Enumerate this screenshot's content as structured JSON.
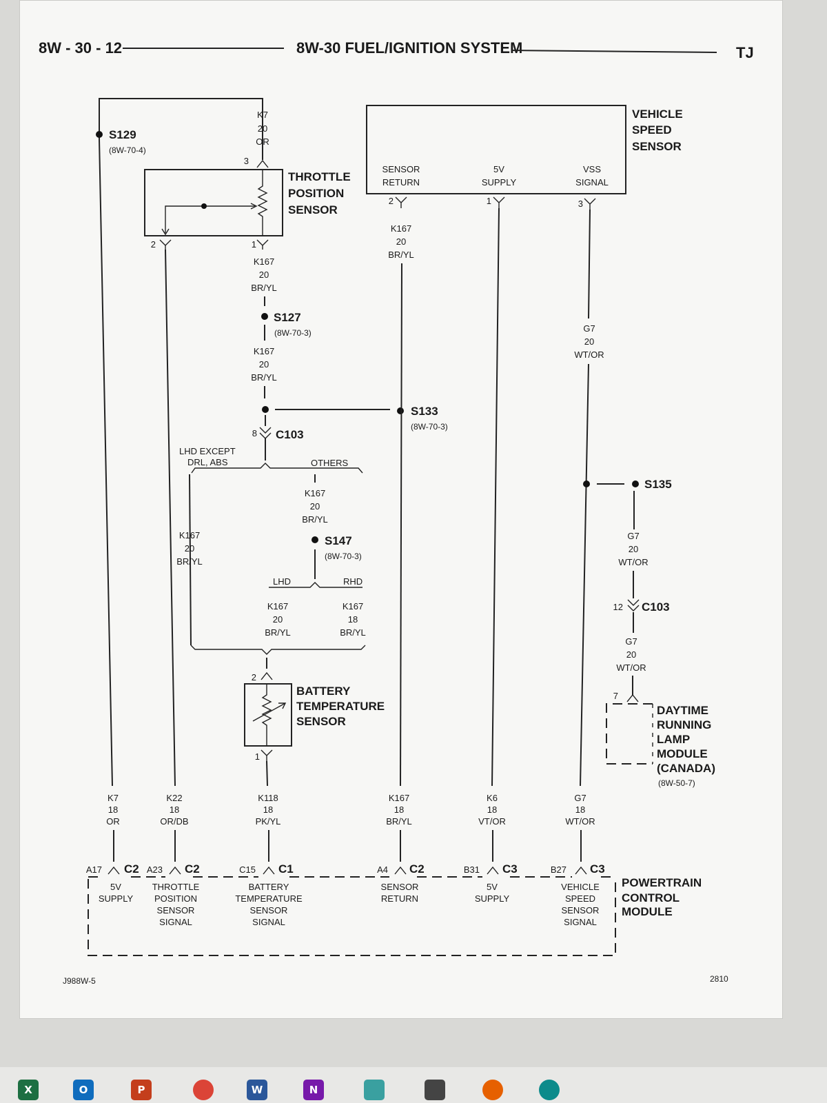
{
  "header": {
    "page": "8W - 30 - 12",
    "title": "8W-30 FUEL/IGNITION SYSTEM",
    "model": "TJ"
  },
  "footer": {
    "left": "J988W-5",
    "right": "2810"
  },
  "splices": {
    "s129": {
      "name": "S129",
      "ref": "(8W-70-4)"
    },
    "s127": {
      "name": "S127",
      "ref": "(8W-70-3)"
    },
    "s133": {
      "name": "S133",
      "ref": "(8W-70-3)"
    },
    "s135": {
      "name": "S135"
    },
    "s147": {
      "name": "S147",
      "ref": "(8W-70-3)"
    }
  },
  "components": {
    "tps": [
      "THROTTLE",
      "POSITION",
      "SENSOR"
    ],
    "vss": [
      "VEHICLE",
      "SPEED",
      "SENSOR"
    ],
    "vss_pins": {
      "p2": [
        "SENSOR",
        "RETURN"
      ],
      "p1": [
        "5V",
        "SUPPLY"
      ],
      "p3": [
        "VSS",
        "SIGNAL"
      ]
    },
    "bts": [
      "BATTERY",
      "TEMPERATURE",
      "SENSOR"
    ],
    "drl": [
      "DAYTIME",
      "RUNNING",
      "LAMP",
      "MODULE",
      "(CANADA)"
    ],
    "drl_ref": "(8W-50-7)",
    "pcm": [
      "POWERTRAIN",
      "CONTROL",
      "MODULE"
    ]
  },
  "connectors": {
    "c103a": "C103",
    "c103b": "C103"
  },
  "pins": {
    "tps3": "3",
    "tps2": "2",
    "tps1": "1",
    "vss2": "2",
    "vss1": "1",
    "vss3": "3",
    "c103a": "8",
    "c103b": "12",
    "bts2": "2",
    "bts1": "1",
    "drl7": "7"
  },
  "options": {
    "lhd_except": [
      "LHD EXCEPT",
      "DRL, ABS"
    ],
    "others": "OTHERS",
    "lhd": "LHD",
    "rhd": "RHD"
  },
  "wires": {
    "k7_top": [
      "K7",
      "20",
      "OR"
    ],
    "k167_a": [
      "K167",
      "20",
      "BR/YL"
    ],
    "k167_b": [
      "K167",
      "20",
      "BR/YL"
    ],
    "k167_vss": [
      "K167",
      "20",
      "BR/YL"
    ],
    "g7_a": [
      "G7",
      "20",
      "WT/OR"
    ],
    "k167_others": [
      "K167",
      "20",
      "BR/YL"
    ],
    "k167_lhdx": [
      "K167",
      "20",
      "BR/YL"
    ],
    "g7_b": [
      "G7",
      "20",
      "WT/OR"
    ],
    "k167_lhd": [
      "K167",
      "20",
      "BR/YL"
    ],
    "k167_rhd": [
      "K167",
      "18",
      "BR/YL"
    ],
    "g7_c": [
      "G7",
      "20",
      "WT/OR"
    ],
    "k7_bot": [
      "K7",
      "18",
      "OR"
    ],
    "k22": [
      "K22",
      "18",
      "OR/DB"
    ],
    "k118": [
      "K118",
      "18",
      "PK/YL"
    ],
    "k167_bot": [
      "K167",
      "18",
      "BR/YL"
    ],
    "k6": [
      "K6",
      "18",
      "VT/OR"
    ],
    "g7_bot": [
      "G7",
      "18",
      "WT/OR"
    ]
  },
  "pcm_pins": [
    {
      "pin": "A17",
      "conn": "C2",
      "desc": [
        "5V",
        "SUPPLY"
      ]
    },
    {
      "pin": "A23",
      "conn": "C2",
      "desc": [
        "THROTTLE",
        "POSITION",
        "SENSOR",
        "SIGNAL"
      ]
    },
    {
      "pin": "C15",
      "conn": "C1",
      "desc": [
        "BATTERY",
        "TEMPERATURE",
        "SENSOR",
        "SIGNAL"
      ]
    },
    {
      "pin": "A4",
      "conn": "C2",
      "desc": [
        "SENSOR",
        "RETURN"
      ]
    },
    {
      "pin": "B31",
      "conn": "C3",
      "desc": [
        "5V",
        "SUPPLY"
      ]
    },
    {
      "pin": "B27",
      "conn": "C3",
      "desc": [
        "VEHICLE",
        "SPEED",
        "SENSOR",
        "SIGNAL"
      ]
    }
  ],
  "taskbar": [
    {
      "icon": "excel-icon",
      "letter": "X",
      "color": "#1d6f42"
    },
    {
      "icon": "outlook-icon",
      "letter": "O",
      "color": "#0f6cbd"
    },
    {
      "icon": "powerpoint-icon",
      "letter": "P",
      "color": "#c43e1c"
    },
    {
      "icon": "chrome-icon",
      "letter": "",
      "color": "#db4437"
    },
    {
      "icon": "word-icon",
      "letter": "W",
      "color": "#2b579a"
    },
    {
      "icon": "onenote-icon",
      "letter": "N",
      "color": "#7719aa"
    },
    {
      "icon": "notepad-icon",
      "letter": "",
      "color": "#3aa0a0"
    },
    {
      "icon": "calculator-icon",
      "letter": "",
      "color": "#444444"
    },
    {
      "icon": "firefox-icon",
      "letter": "",
      "color": "#e66000"
    },
    {
      "icon": "edge-icon",
      "letter": "",
      "color": "#0c8b8b"
    }
  ]
}
